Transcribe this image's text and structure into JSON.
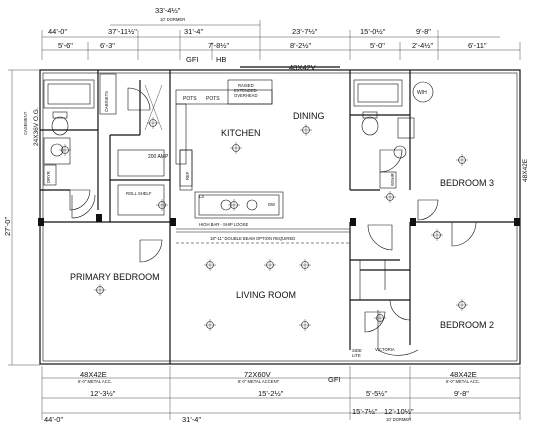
{
  "dimensions": {
    "top_row1": "33'-4½\"",
    "top_row1_note": "10' DORMER",
    "top_row2": [
      "44'-0\"",
      "37'-11½\"",
      "31'-4\"",
      "23'-7½\"",
      "15'-0½\"",
      "9'-8\""
    ],
    "top_row3": [
      "5'-6\"",
      "6'-3\"",
      "7'-8½\"",
      "8'-2½\"",
      "5'-0\"",
      "2'-4½\"",
      "6'-11\""
    ],
    "bottom_row1": [
      "12'-3½\"",
      "15'-2½\"",
      "9'-8\""
    ],
    "bottom_row2": [
      "5'-5½\""
    ],
    "bottom_row3": [
      "44'-0\"",
      "31'-4\"",
      "15'-7½\"",
      "12'-10½\""
    ],
    "bottom_note": "10' DORMER",
    "left_total": "27'-0\"",
    "left_window": "24X36V O.G.",
    "left_casement": "CASEMENT",
    "right_window": "48X42E"
  },
  "rooms": {
    "kitchen": "KITCHEN",
    "dining": "DINING",
    "bedroom3": "BEDROOM 3",
    "primary": "PRIMARY BEDROOM",
    "living": "LIVING ROOM",
    "bedroom2": "BEDROOM 2"
  },
  "labels": {
    "gfi_top": "GFI",
    "hb": "HB",
    "window_top": "48X42V",
    "pots1": "POTS",
    "pots2": "POTS",
    "raised_overhead": [
      "RAISED",
      "EXTENDED",
      "OVERHEAD"
    ],
    "cabinets": "CABINETS",
    "wh": "W/H",
    "amp_panel": "200 AMP",
    "high_bar": "HIGH BAR - SHIP LOOSE",
    "beam": "18\"-11\" DOUBLE BEAM OPTION REQUIRED",
    "window_b1": "48X42E",
    "window_b1_note": "6'-0\" METAL ACC.",
    "window_b2": "72X60V",
    "window_b2_note": "8'-0\" METAL ACCENT",
    "window_b3": "48X42E",
    "window_b3_note": "6'-0\" METAL ACC.",
    "side_lite": [
      "SIDE",
      "LITE"
    ],
    "victoria": "VICTORIA",
    "gfi_bottom": "GFI",
    "ls": "LS",
    "dw": "DW",
    "ref": "REF",
    "dryer": "DRYR",
    "washer": "WSHR",
    "roll_shelf": "ROLL SHELF"
  }
}
